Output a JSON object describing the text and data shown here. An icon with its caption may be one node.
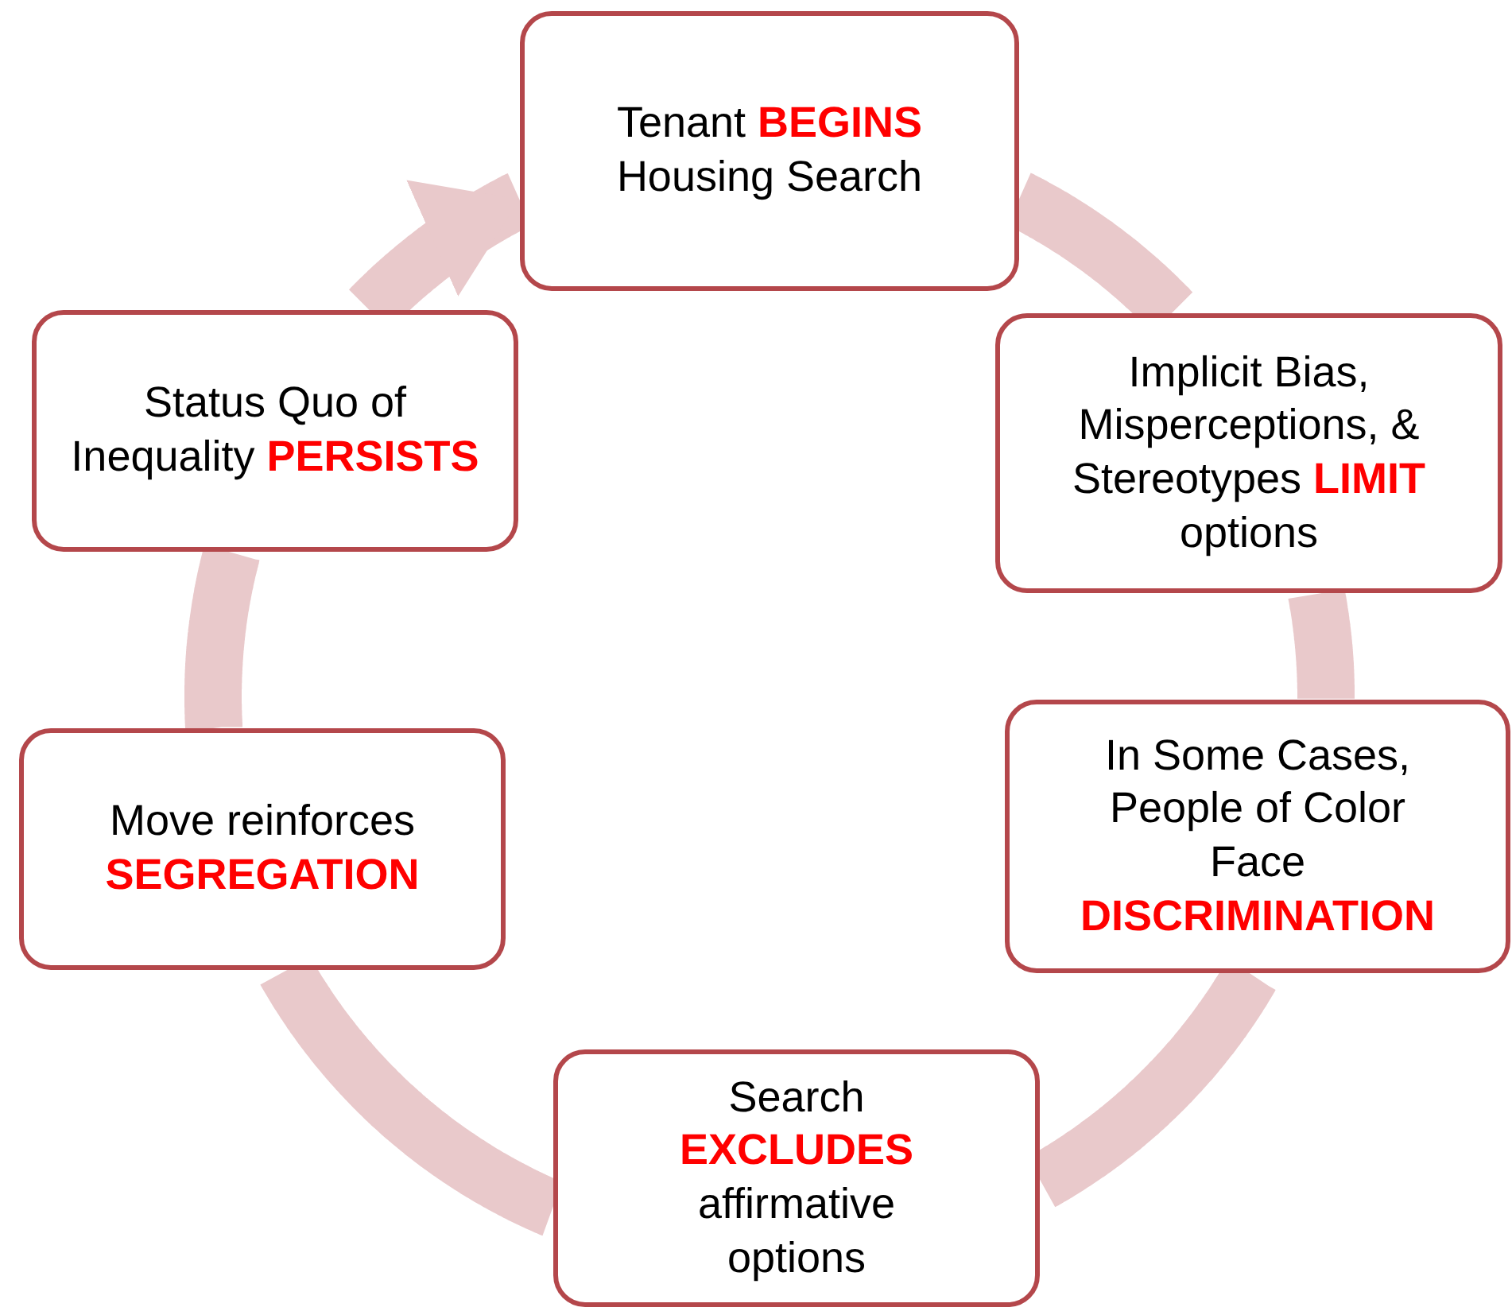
{
  "diagram": {
    "nodes": [
      {
        "text": [
          "Tenant **BEGINS** Housing Search"
        ]
      },
      {
        "text": [
          "Implicit Bias, Misperceptions, & Stereotypes **LIMIT** options"
        ]
      },
      {
        "text": [
          "In Some Cases, People of Color Face **DISCRIMINATION**"
        ]
      },
      {
        "text": [
          "Search **EXCLUDES** affirmative options"
        ]
      },
      {
        "text": [
          "Move reinforces **SEGREGATION**"
        ]
      },
      {
        "text": [
          "Status Quo of Inequality **PERSISTS**"
        ]
      }
    ],
    "edges": [
      {
        "from": 0,
        "to": 1,
        "arrow": "none"
      },
      {
        "from": 1,
        "to": 2,
        "arrow": "none"
      },
      {
        "from": 2,
        "to": 3,
        "arrow": "none"
      },
      {
        "from": 3,
        "to": 4,
        "arrow": "none"
      },
      {
        "from": 4,
        "to": 5,
        "arrow": "none"
      },
      {
        "from": 5,
        "to": 0,
        "arrow": "to"
      }
    ]
  }
}
